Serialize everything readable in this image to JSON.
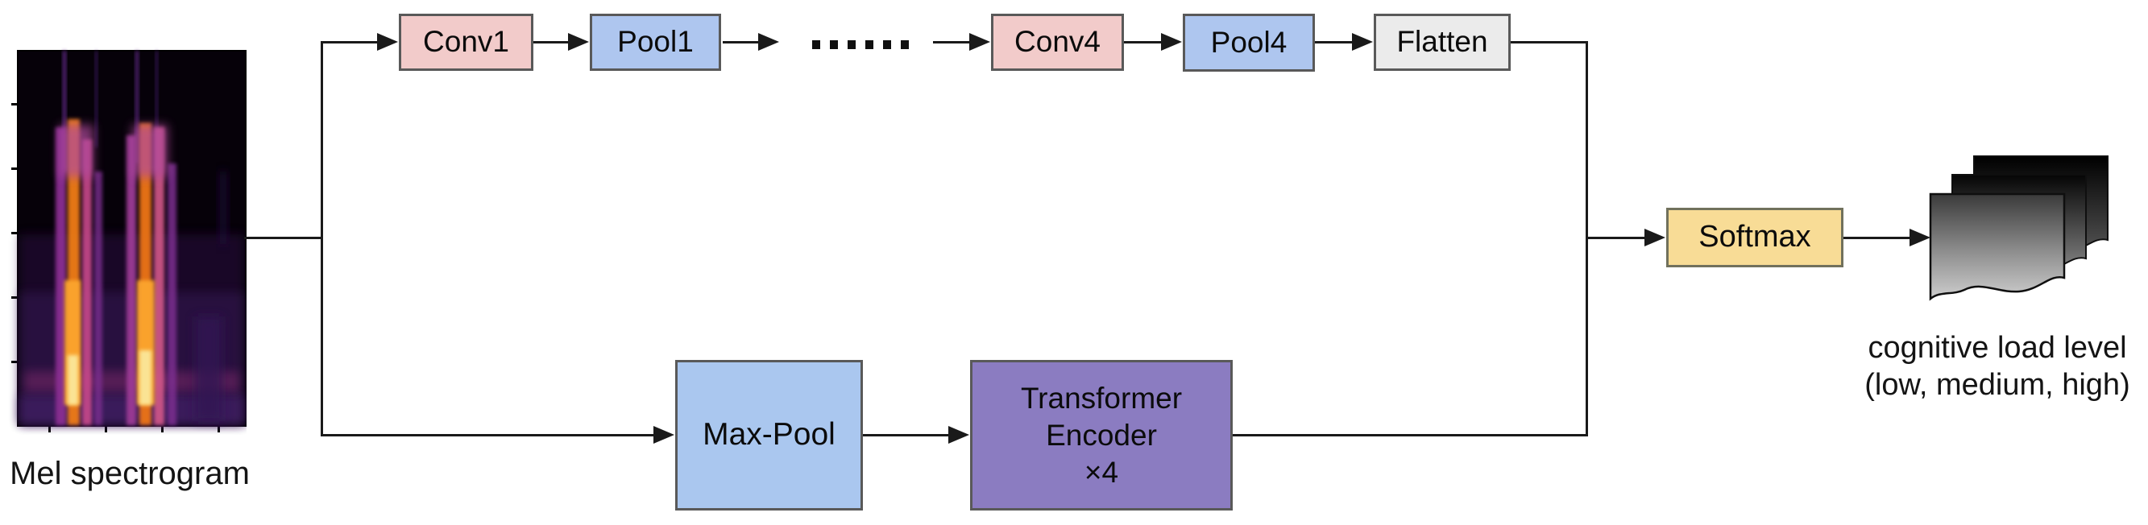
{
  "diagram": {
    "title_hint": "CNN + Transformer cognitive load classification architecture",
    "background_color": "#ffffff",
    "line_color": "#1a1a1a",
    "input": {
      "label": "Mel spectrogram",
      "image": "mel-spectrogram"
    },
    "cnn_branch": {
      "conv1": {
        "label": "Conv1",
        "color": "#f2cbca"
      },
      "pool1": {
        "label": "Pool1",
        "color": "#aec6ef"
      },
      "ellipsis_dots": 6,
      "conv4": {
        "label": "Conv4",
        "color": "#f2cbca"
      },
      "pool4": {
        "label": "Pool4",
        "color": "#aec6ef"
      },
      "flatten": {
        "label": "Flatten",
        "color": "#ebebeb"
      }
    },
    "transformer_branch": {
      "maxpool": {
        "label": "Max-Pool",
        "color": "#aac7ef"
      },
      "transformer": {
        "line1": "Transformer",
        "line2": "Encoder",
        "line3": "×4",
        "color": "#8b7cc1"
      }
    },
    "classifier": {
      "softmax": {
        "label": "Softmax",
        "color": "#f8dc96",
        "border_color": "#71715c"
      }
    },
    "output": {
      "icon": "documents-stack",
      "line1": "cognitive load level",
      "line2": "(low, medium, high)"
    }
  }
}
